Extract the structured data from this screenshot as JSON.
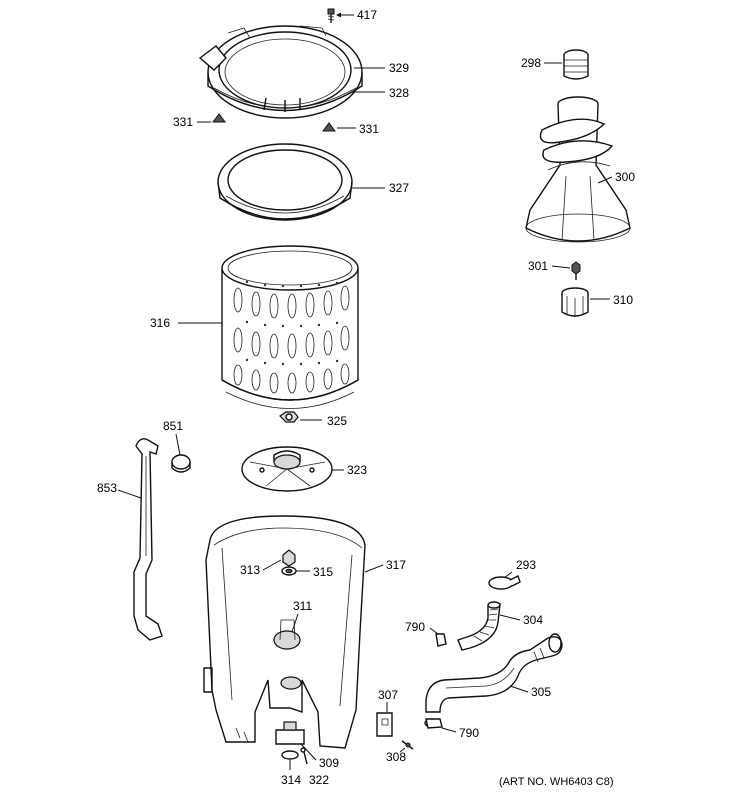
{
  "diagram": {
    "labels": {
      "p417": "417",
      "p329": "329",
      "p328": "328",
      "p331a": "331",
      "p331b": "331",
      "p327": "327",
      "p316": "316",
      "p325": "325",
      "p851": "851",
      "p323": "323",
      "p853": "853",
      "p313": "313",
      "p315": "315",
      "p317": "317",
      "p311": "311",
      "p298": "298",
      "p300": "300",
      "p301": "301",
      "p310": "310",
      "p293": "293",
      "p790a": "790",
      "p304": "304",
      "p305": "305",
      "p307": "307",
      "p790b": "790",
      "p308": "308",
      "p309": "309",
      "p314": "314",
      "p322": "322"
    },
    "art_number": "(ART NO. WH6403 C8)"
  }
}
